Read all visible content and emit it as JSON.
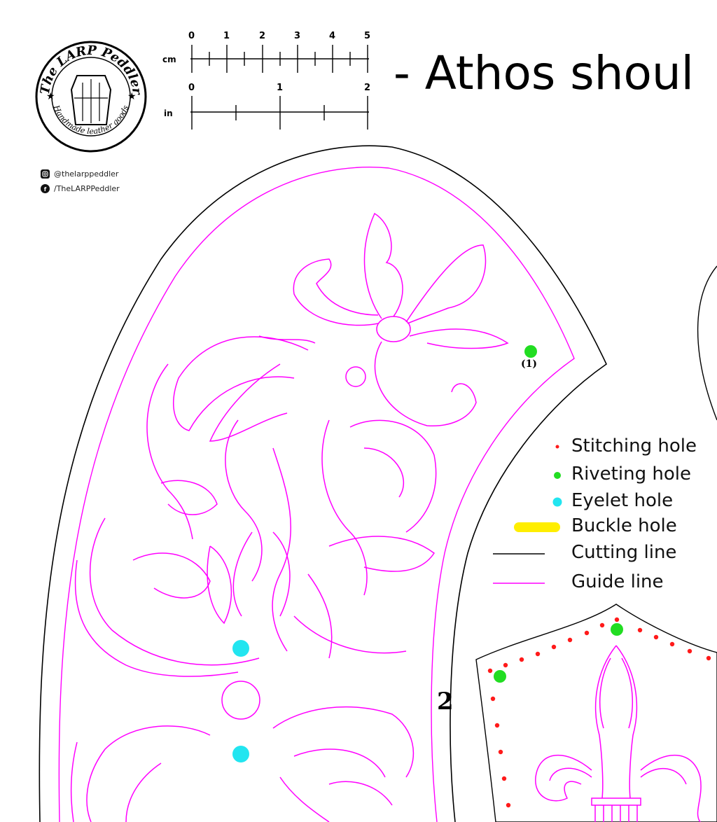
{
  "page": {
    "title": "- Athos shoul"
  },
  "logo": {
    "brand": "The LARP Peddler",
    "tagline": "Handmade leather goods"
  },
  "social": {
    "instagram": "@thelarppeddler",
    "facebook": "/TheLARPPeddler"
  },
  "scale": {
    "cm_label": "cm",
    "cm_ticks": [
      "0",
      "1",
      "2",
      "3",
      "4",
      "5"
    ],
    "in_label": "in",
    "in_ticks": [
      "0",
      "1",
      "2"
    ]
  },
  "legend": {
    "items": [
      {
        "label": "Stitching hole",
        "symbol": "small-dot",
        "color": "#ff1a1a"
      },
      {
        "label": "Riveting hole",
        "symbol": "dot",
        "color": "#22dd22"
      },
      {
        "label": "Eyelet hole",
        "symbol": "dot",
        "color": "#22e5f0"
      },
      {
        "label": "Buckle hole",
        "symbol": "bar",
        "color": "#ffee00"
      },
      {
        "label": "Cutting line",
        "symbol": "line",
        "color": "#000000"
      },
      {
        "label": "Guide line",
        "symbol": "line",
        "color": "#ff00ff"
      }
    ]
  },
  "markers": {
    "rivet_label": "(1)",
    "piece_number": "2"
  },
  "colors": {
    "cut": "#000000",
    "guide": "#ff00ff",
    "stitch": "#ff1a1a",
    "rivet": "#22dd22",
    "eyelet": "#22e5f0",
    "buckle": "#ffee00"
  }
}
